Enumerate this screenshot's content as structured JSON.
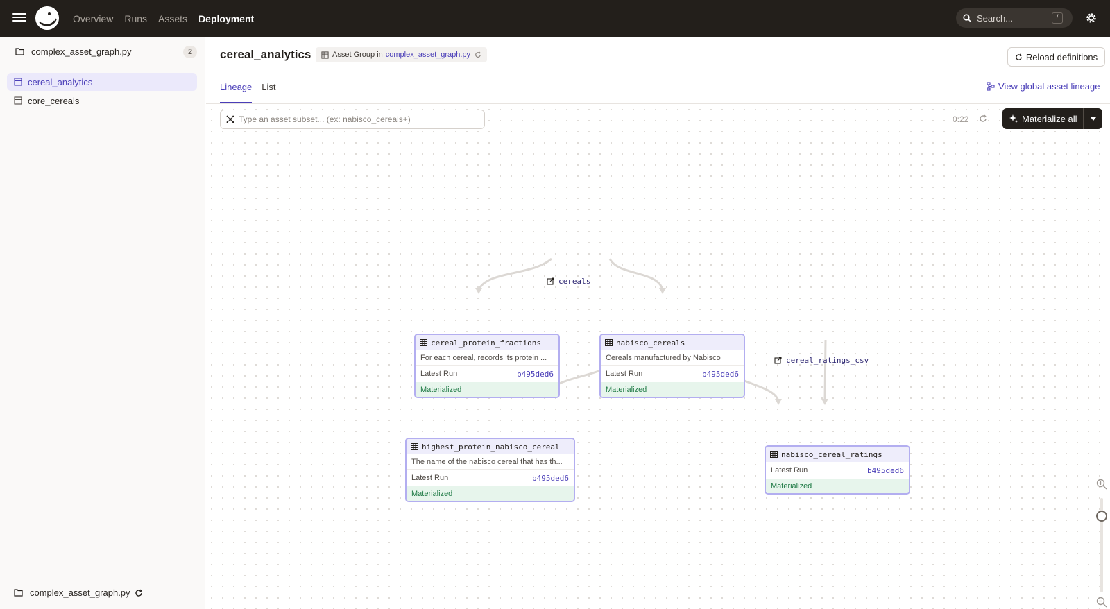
{
  "topnav": {
    "links": [
      "Overview",
      "Runs",
      "Assets",
      "Deployment"
    ],
    "search_placeholder": "Search...",
    "search_shortcut": "/"
  },
  "sidebar": {
    "location_name": "complex_asset_graph.py",
    "count": "2",
    "groups": [
      "cereal_analytics",
      "core_cereals"
    ],
    "footer_location": "complex_asset_graph.py"
  },
  "header": {
    "title": "cereal_analytics",
    "group_tag_prefix": "Asset Group in",
    "group_tag_link": "complex_asset_graph.py",
    "reload_label": "Reload definitions",
    "tabs": [
      "Lineage",
      "List"
    ],
    "global_link": "View global asset lineage"
  },
  "toolbar": {
    "subset_placeholder": "Type an asset subset... (ex: nabisco_cereals+)",
    "timer": "0:22",
    "materialize_label": "Materialize all"
  },
  "graph": {
    "sources": [
      "cereals",
      "cereal_ratings_csv"
    ],
    "nodes": [
      {
        "name": "cereal_protein_fractions",
        "description": "For each cereal, records its protein ...",
        "run_label": "Latest Run",
        "run_id": "b495ded6",
        "status": "Materialized"
      },
      {
        "name": "nabisco_cereals",
        "description": "Cereals manufactured by Nabisco",
        "run_label": "Latest Run",
        "run_id": "b495ded6",
        "status": "Materialized"
      },
      {
        "name": "highest_protein_nabisco_cereal",
        "description": "The name of the nabisco cereal that has th...",
        "run_label": "Latest Run",
        "run_id": "b495ded6",
        "status": "Materialized"
      },
      {
        "name": "nabisco_cereal_ratings",
        "run_label": "Latest Run",
        "run_id": "b495ded6",
        "status": "Materialized"
      }
    ]
  },
  "colors": {
    "nav_bg": "#231f1b",
    "accent": "#4a3eb8",
    "node_border": "#b3aef0",
    "materialized_bg": "#e7f5ec",
    "materialized_text": "#1f7a45"
  },
  "icons": [
    "menu-icon",
    "dagster-logo",
    "search-icon",
    "gear-icon",
    "folder-icon",
    "asset-group-icon",
    "refresh-icon",
    "lineage-icon",
    "asset-selection-icon",
    "sparkle-icon",
    "chevron-down-icon",
    "table-icon",
    "external-link-icon",
    "zoom-in-icon",
    "zoom-out-icon",
    "download-icon"
  ]
}
